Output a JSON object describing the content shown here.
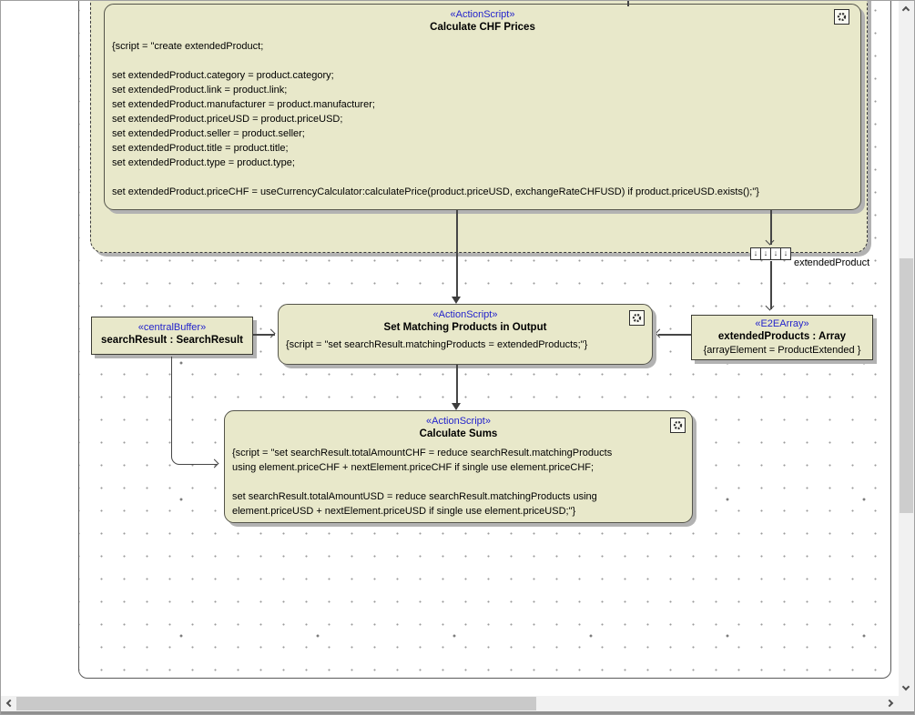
{
  "diagram": {
    "region_calc_chf": {
      "stereotype": "«ActionScript»",
      "title": "Calculate CHF Prices",
      "script": "{script = \"create extendedProduct;\n\nset extendedProduct.category = product.category;\nset extendedProduct.link = product.link;\nset extendedProduct.manufacturer = product.manufacturer;\nset extendedProduct.priceUSD = product.priceUSD;\nset extendedProduct.seller = product.seller;\nset extendedProduct.title = product.title;\nset extendedProduct.type = product.type;\n\nset extendedProduct.priceCHF = useCurrencyCalculator:calculatePrice(product.priceUSD, exchangeRateCHFUSD) if product.priceUSD.exists();\"}"
    },
    "expansion_node": {
      "label": "extendedProduct",
      "cell_arrow": "↓"
    },
    "array_node": {
      "stereotype": "«E2EArray»",
      "name": "extendedProducts : Array",
      "constraint": "{arrayElement = ProductExtended }"
    },
    "buffer_node": {
      "stereotype": "«centralBuffer»",
      "name": "searchResult : SearchResult"
    },
    "action_set_matching": {
      "stereotype": "«ActionScript»",
      "title": "Set Matching Products in Output",
      "script": "{script = \"set searchResult.matchingProducts = extendedProducts;\"}"
    },
    "action_calc_sums": {
      "stereotype": "«ActionScript»",
      "title": "Calculate Sums",
      "script": "{script = \"set searchResult.totalAmountCHF = reduce searchResult.matchingProducts\nusing element.priceCHF + nextElement.priceCHF if single use element.priceCHF;\n\nset searchResult.totalAmountUSD = reduce searchResult.matchingProducts using\nelement.priceUSD + nextElement.priceUSD if single use element.priceUSD;\"}"
    }
  },
  "colors": {
    "node_fill": "#e8e8ca",
    "node_border": "#54544a",
    "stereotype_text": "#2323cc",
    "shadow": "#b2b2b2",
    "scrollbar_track": "#f1f1f1",
    "scrollbar_thumb": "#cdcdcd"
  }
}
